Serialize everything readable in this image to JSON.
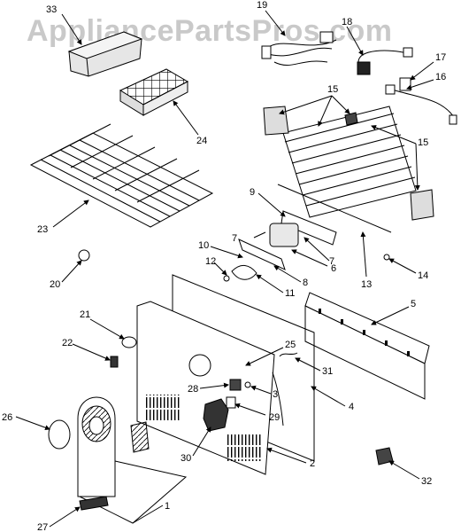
{
  "watermark": "AppliancePartsPros.com",
  "part_labels": [
    "33",
    "19",
    "18",
    "17",
    "16",
    "15",
    "15",
    "15",
    "24",
    "23",
    "9",
    "7",
    "7",
    "10",
    "12",
    "11",
    "8",
    "6",
    "20",
    "13",
    "14",
    "5",
    "21",
    "22",
    "25",
    "31",
    "28",
    "3",
    "29",
    "4",
    "26",
    "30",
    "2",
    "1",
    "27",
    "32"
  ]
}
